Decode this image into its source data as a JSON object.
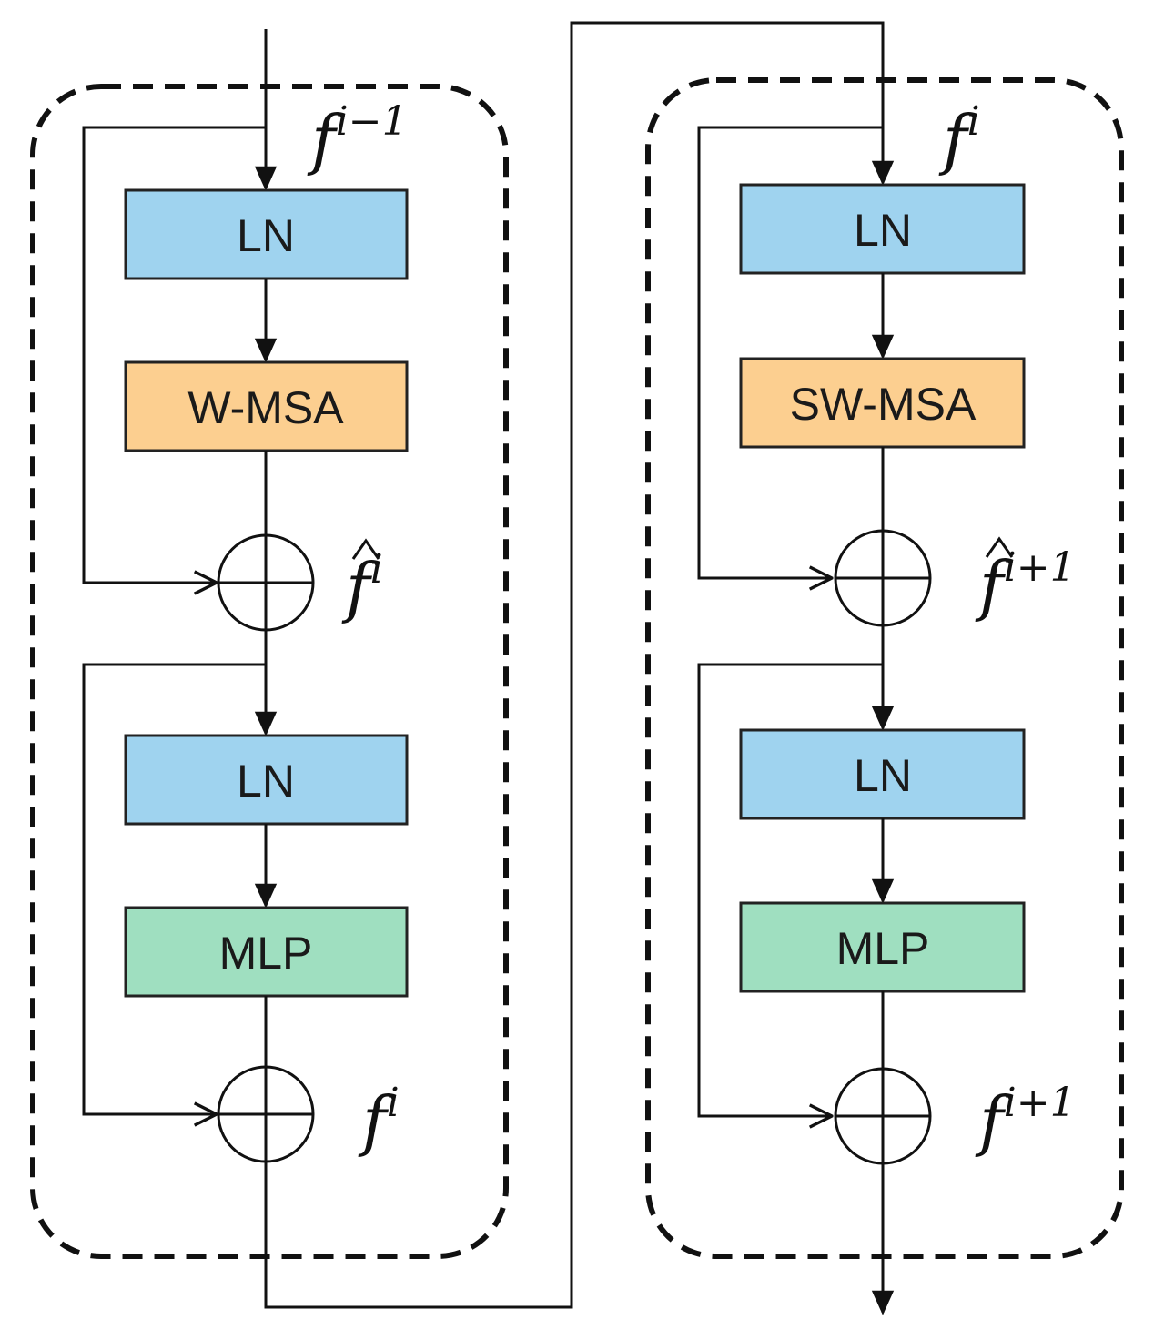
{
  "blocks": {
    "left": {
      "ln_top": "LN",
      "attention": "W-MSA",
      "ln_bottom": "LN",
      "mlp": "MLP",
      "input_symbol": {
        "base": "f",
        "sup": "i−1"
      },
      "mid_symbol": {
        "base": "f",
        "sup": "i",
        "hat": true
      },
      "output_symbol": {
        "base": "f",
        "sup": "i"
      }
    },
    "right": {
      "ln_top": "LN",
      "attention": "SW-MSA",
      "ln_bottom": "LN",
      "mlp": "MLP",
      "input_symbol": {
        "base": "f",
        "sup": "i"
      },
      "mid_symbol": {
        "base": "f",
        "sup": "i+1",
        "hat": true
      },
      "output_symbol": {
        "base": "f",
        "sup": "i+1"
      }
    }
  },
  "colors": {
    "ln": "#9fd3ef",
    "attention": "#fccf90",
    "mlp": "#9fdfc0",
    "line": "#111111"
  }
}
